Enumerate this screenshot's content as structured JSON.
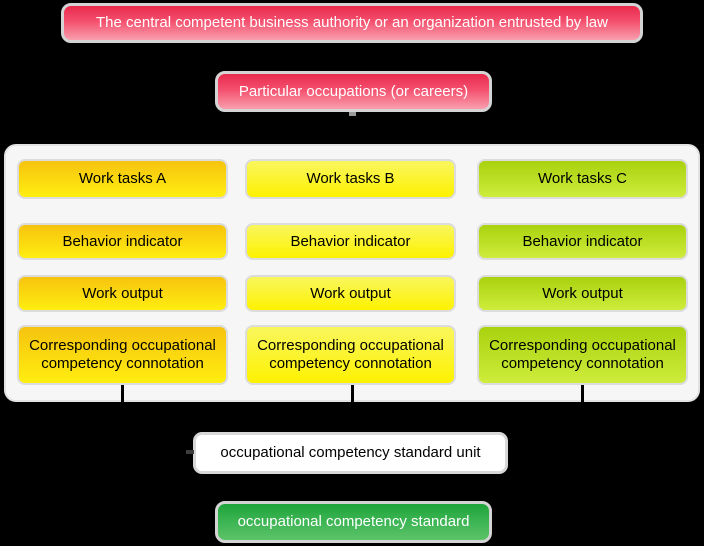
{
  "page": {
    "background_color": "#000000"
  },
  "authority_box": {
    "label": "The central competent business authority or an organization entrusted by law"
  },
  "occupations_box": {
    "label": "Particular occupations (or careers)"
  },
  "competency_grid": {
    "columns": [
      {
        "name": "A",
        "work_task_label": "Work tasks A",
        "behavior_label": "Behavior indicator",
        "output_label": "Work output",
        "connotation_label": "Corresponding occupational competency connotation",
        "color_top": "#f6c30f",
        "color_bottom": "#ffee0f"
      },
      {
        "name": "B",
        "work_task_label": "Work tasks B",
        "behavior_label": "Behavior indicator",
        "output_label": "Work output",
        "connotation_label": "Corresponding occupational competency connotation",
        "color_top": "#f9f65e",
        "color_bottom": "#fdf200"
      },
      {
        "name": "C",
        "work_task_label": "Work tasks C",
        "behavior_label": "Behavior indicator",
        "output_label": "Work output",
        "connotation_label": "Corresponding occupational competency connotation",
        "color_top": "#a9d20e",
        "color_bottom": "#ceec3c"
      }
    ]
  },
  "unit_box": {
    "label": "occupational competency standard unit"
  },
  "standard_box": {
    "label": "occupational competency standard",
    "color_top": "#1fa33a",
    "color_bottom": "#5cc368"
  },
  "accent_colors": {
    "pink_top": "#e92a4d",
    "pink_bottom": "#f99fae",
    "panel_background": "#f6f6f6",
    "connector": "#000000"
  }
}
